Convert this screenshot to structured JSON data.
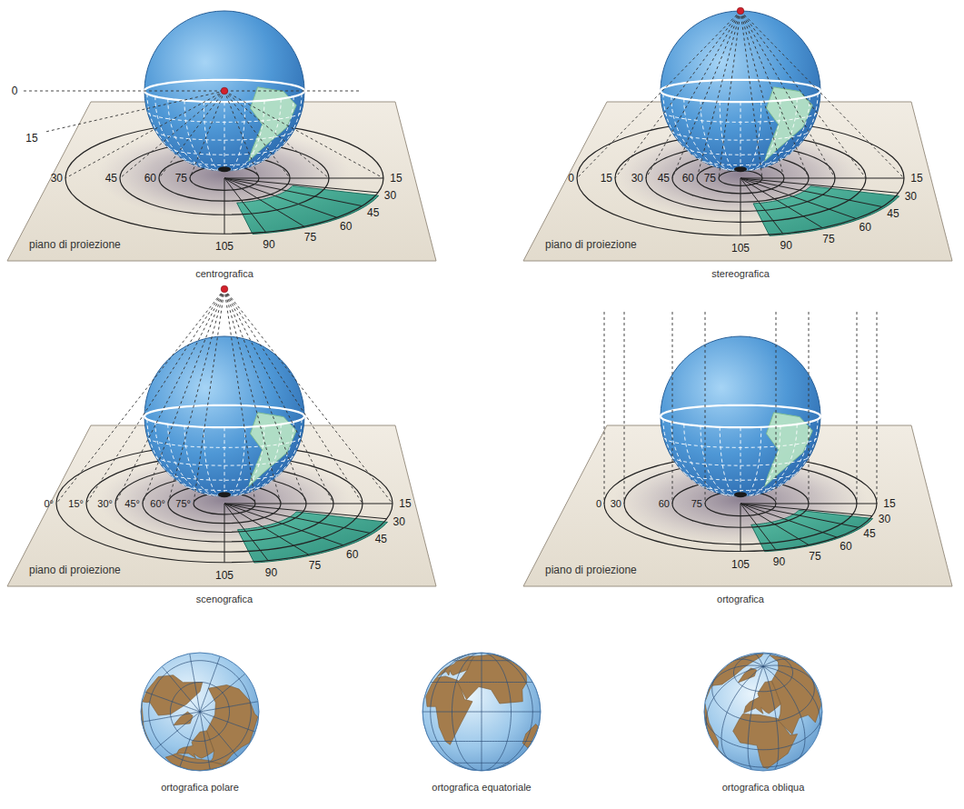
{
  "diagram": {
    "labels": [
      "0",
      "15",
      "30",
      "45",
      "60",
      "75",
      "15",
      "30",
      "45",
      "60",
      "75",
      "90",
      "105",
      "piano di proiezione",
      "centrografica",
      "0",
      "15",
      "30",
      "45",
      "60",
      "75",
      "15",
      "30",
      "45",
      "60",
      "75",
      "90",
      "105",
      "piano di proiezione",
      "stereografica",
      "0°",
      "15°",
      "30°",
      "45°",
      "60°",
      "75°",
      "15",
      "30",
      "45",
      "60",
      "75",
      "90",
      "105",
      "piano di proiezione",
      "scenografica",
      "0",
      "30",
      "60",
      "75",
      "15",
      "30",
      "45",
      "60",
      "75",
      "90",
      "105",
      "piano di proiezione",
      "ortografica",
      "ortografica polare",
      "ortografica equatoriale",
      "ortografica obliqua"
    ]
  }
}
